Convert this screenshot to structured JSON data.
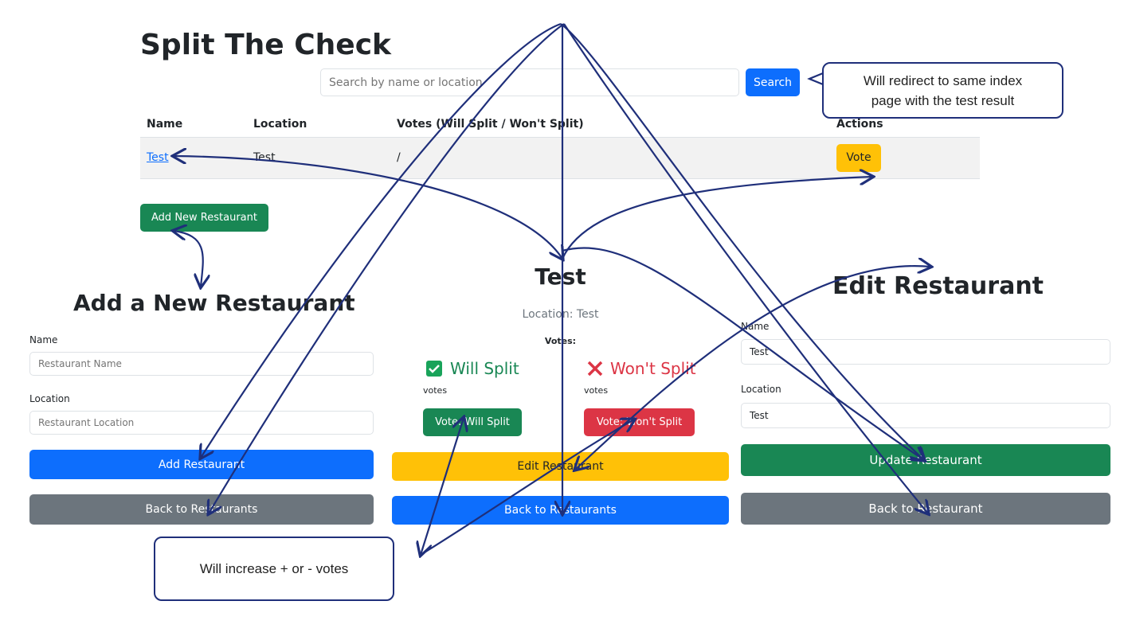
{
  "index": {
    "title": "Split The Check",
    "search_placeholder": "Search by name or location",
    "search_button": "Search",
    "table": {
      "headers": [
        "Name",
        "Location",
        "Votes (Will Split / Won't Split)",
        "Actions"
      ],
      "row": {
        "name": "Test",
        "location": "Test",
        "votes": "/",
        "action": "Vote"
      }
    },
    "add_button": "Add New Restaurant"
  },
  "add_page": {
    "title": "Add a New Restaurant",
    "name_label": "Name",
    "name_placeholder": "Restaurant Name",
    "location_label": "Location",
    "location_placeholder": "Restaurant Location",
    "submit_button": "Add Restaurant",
    "back_button": "Back to Restaurants"
  },
  "show_page": {
    "title": "Test",
    "location_text": "Location: Test",
    "votes_heading": "Votes:",
    "will_split_label": "Will Split",
    "wont_split_label": "Won't Split",
    "will_votes_text": "votes",
    "wont_votes_text": "votes",
    "vote_will_button": "Vote: Will Split",
    "vote_wont_button": "Vote: Won't Split",
    "edit_button": "Edit Restaurant",
    "back_button": "Back to Restaurants"
  },
  "edit_page": {
    "title": "Edit Restaurant",
    "name_label": "Name",
    "name_value": "Test",
    "location_label": "Location",
    "location_value": "Test",
    "update_button": "Update Restaurant",
    "back_button": "Back to Restaurant"
  },
  "callouts": {
    "search_note": "Will redirect to same index page with the test result",
    "vote_note": "Will increase + or - votes"
  },
  "colors": {
    "primary": "#0d6efd",
    "success": "#198754",
    "warning": "#ffc107",
    "danger": "#dc3545",
    "secondary": "#6c757d",
    "arrow": "#1f2f7a"
  },
  "icons": {
    "will_split_icon": "check-box-icon",
    "wont_split_icon": "cross-icon"
  }
}
